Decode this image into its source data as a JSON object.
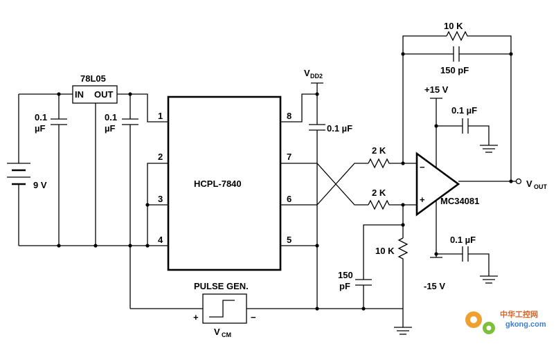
{
  "regulator": {
    "name": "78L05",
    "in_label": "IN",
    "out_label": "OUT"
  },
  "caps": {
    "c_in": {
      "value": "0.1",
      "unit": "µF"
    },
    "c_out": {
      "value": "0.1",
      "unit": "µF"
    },
    "c_vdd2": {
      "value": "0.1 µF"
    },
    "c_pos": {
      "value": "0.1 µF"
    },
    "c_neg": {
      "value": "0.1 µF"
    },
    "c_feedback": {
      "value": "150 pF"
    },
    "c_bottom": {
      "value": "150",
      "unit": "pF"
    }
  },
  "battery": {
    "value": "9 V"
  },
  "ic": {
    "name": "HCPL-7840",
    "pins": {
      "p1": "1",
      "p2": "2",
      "p3": "3",
      "p4": "4",
      "p5": "5",
      "p6": "6",
      "p7": "7",
      "p8": "8"
    }
  },
  "supply": {
    "vdd_main": "V",
    "vdd_sub": "DD2",
    "pos": "+15 V",
    "neg": "-15 V"
  },
  "resistors": {
    "r_feedback": "10 K",
    "r_in_top": "2 K",
    "r_in_bottom": "2 K",
    "r_bottom": "10 K"
  },
  "opamp": {
    "name": "MC34081",
    "minus": "−",
    "plus": "+"
  },
  "output": {
    "main": "V",
    "sub": "OUT"
  },
  "pulse": {
    "title": "PULSE GEN.",
    "plus": "+",
    "minus": "−",
    "vcm_main": "V",
    "vcm_sub": "CM"
  },
  "watermark": {
    "brand": "中华工控网",
    "url": "gkong.com"
  },
  "colors": {
    "wire": "#000000",
    "watermark_orange": "#f0a030",
    "watermark_blue": "#3a7fd0"
  }
}
